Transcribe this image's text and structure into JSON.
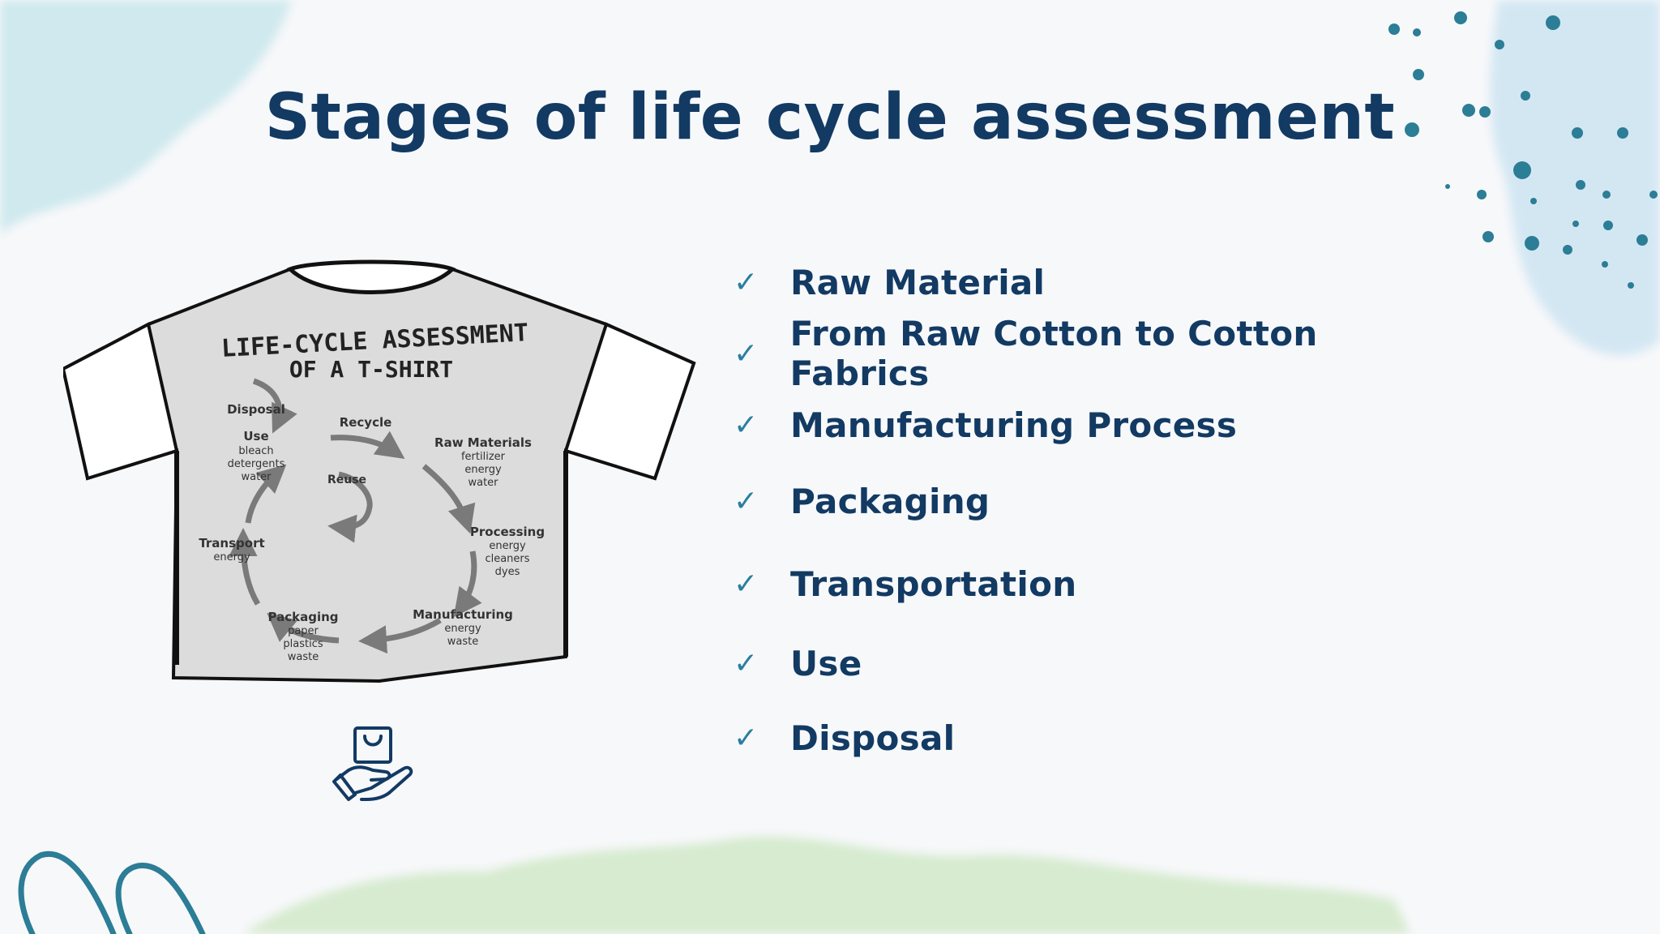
{
  "slide": {
    "title": "Stages of life cycle assessment",
    "stages": [
      "Raw Material",
      "From Raw Cotton to Cotton Fabrics",
      "Manufacturing Process",
      "Packaging",
      "Transportation",
      "Use",
      "Disposal"
    ],
    "check_glyph": "✓"
  },
  "tshirt": {
    "heading_line1": "LIFE-CYCLE ASSESSMENT",
    "heading_line2": "OF A T-SHIRT",
    "disposal": "Disposal",
    "recycle": "Recycle",
    "reuse": "Reuse",
    "use": {
      "label": "Use",
      "details": [
        "bleach",
        "detergents",
        "water"
      ]
    },
    "raw_materials": {
      "label": "Raw Materials",
      "details": [
        "fertilizer",
        "energy",
        "water"
      ]
    },
    "processing": {
      "label": "Processing",
      "details": [
        "energy",
        "cleaners",
        "dyes"
      ]
    },
    "transport": {
      "label": "Transport",
      "details": [
        "energy"
      ]
    },
    "packaging": {
      "label": "Packaging",
      "details": [
        "paper",
        "plastics",
        "waste"
      ]
    },
    "manufacturing": {
      "label": "Manufacturing",
      "details": [
        "energy",
        "waste"
      ]
    }
  },
  "icons": {
    "hand": "hand-holding-bag-icon",
    "checkmark": "check-icon"
  },
  "colors": {
    "title": "#123a63",
    "check": "#2a7fa0",
    "dots": "#2c7d96"
  }
}
